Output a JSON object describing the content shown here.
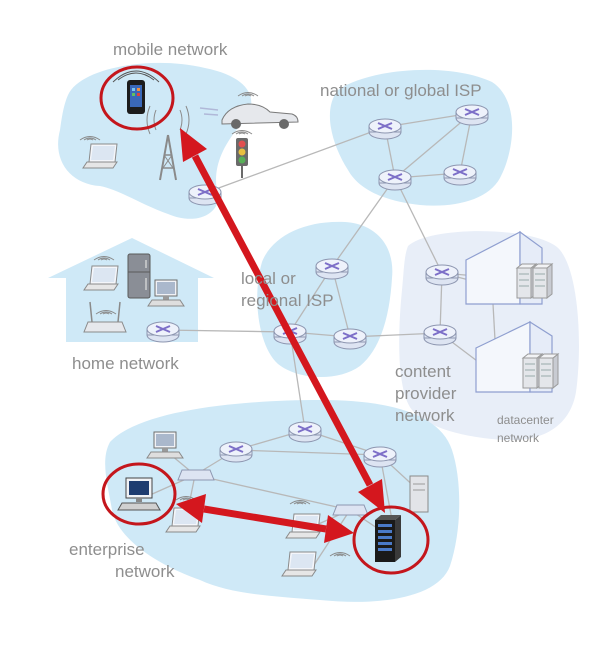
{
  "labels": {
    "mobile_network": "mobile network",
    "national_global_isp": "national or global ISP",
    "local_regional_isp_line1": "local or",
    "local_regional_isp_line2": "regional ISP",
    "home_network": "home network",
    "content_provider_line1": "content",
    "content_provider_line2": "provider",
    "content_provider_line3": "network",
    "datacenter_line1": "datacenter",
    "datacenter_line2": "network",
    "enterprise_line1": "enterprise",
    "enterprise_line2": "network"
  },
  "colors": {
    "network_region": "#cfe9f7",
    "datacenter_region": "#e8eef8",
    "highlight": "#c4161c",
    "connection_arrow": "#d4171e",
    "label_text": "#8e8e8e",
    "router": "#dde4f2"
  },
  "connections": [
    {
      "from": "mobile-phone",
      "to": "enterprise-server",
      "style": "double-headed-arrow"
    },
    {
      "from": "enterprise-desktop",
      "to": "enterprise-server",
      "style": "double-headed-arrow"
    }
  ],
  "highlighted_hosts": [
    "mobile-phone",
    "enterprise-desktop",
    "enterprise-server"
  ]
}
